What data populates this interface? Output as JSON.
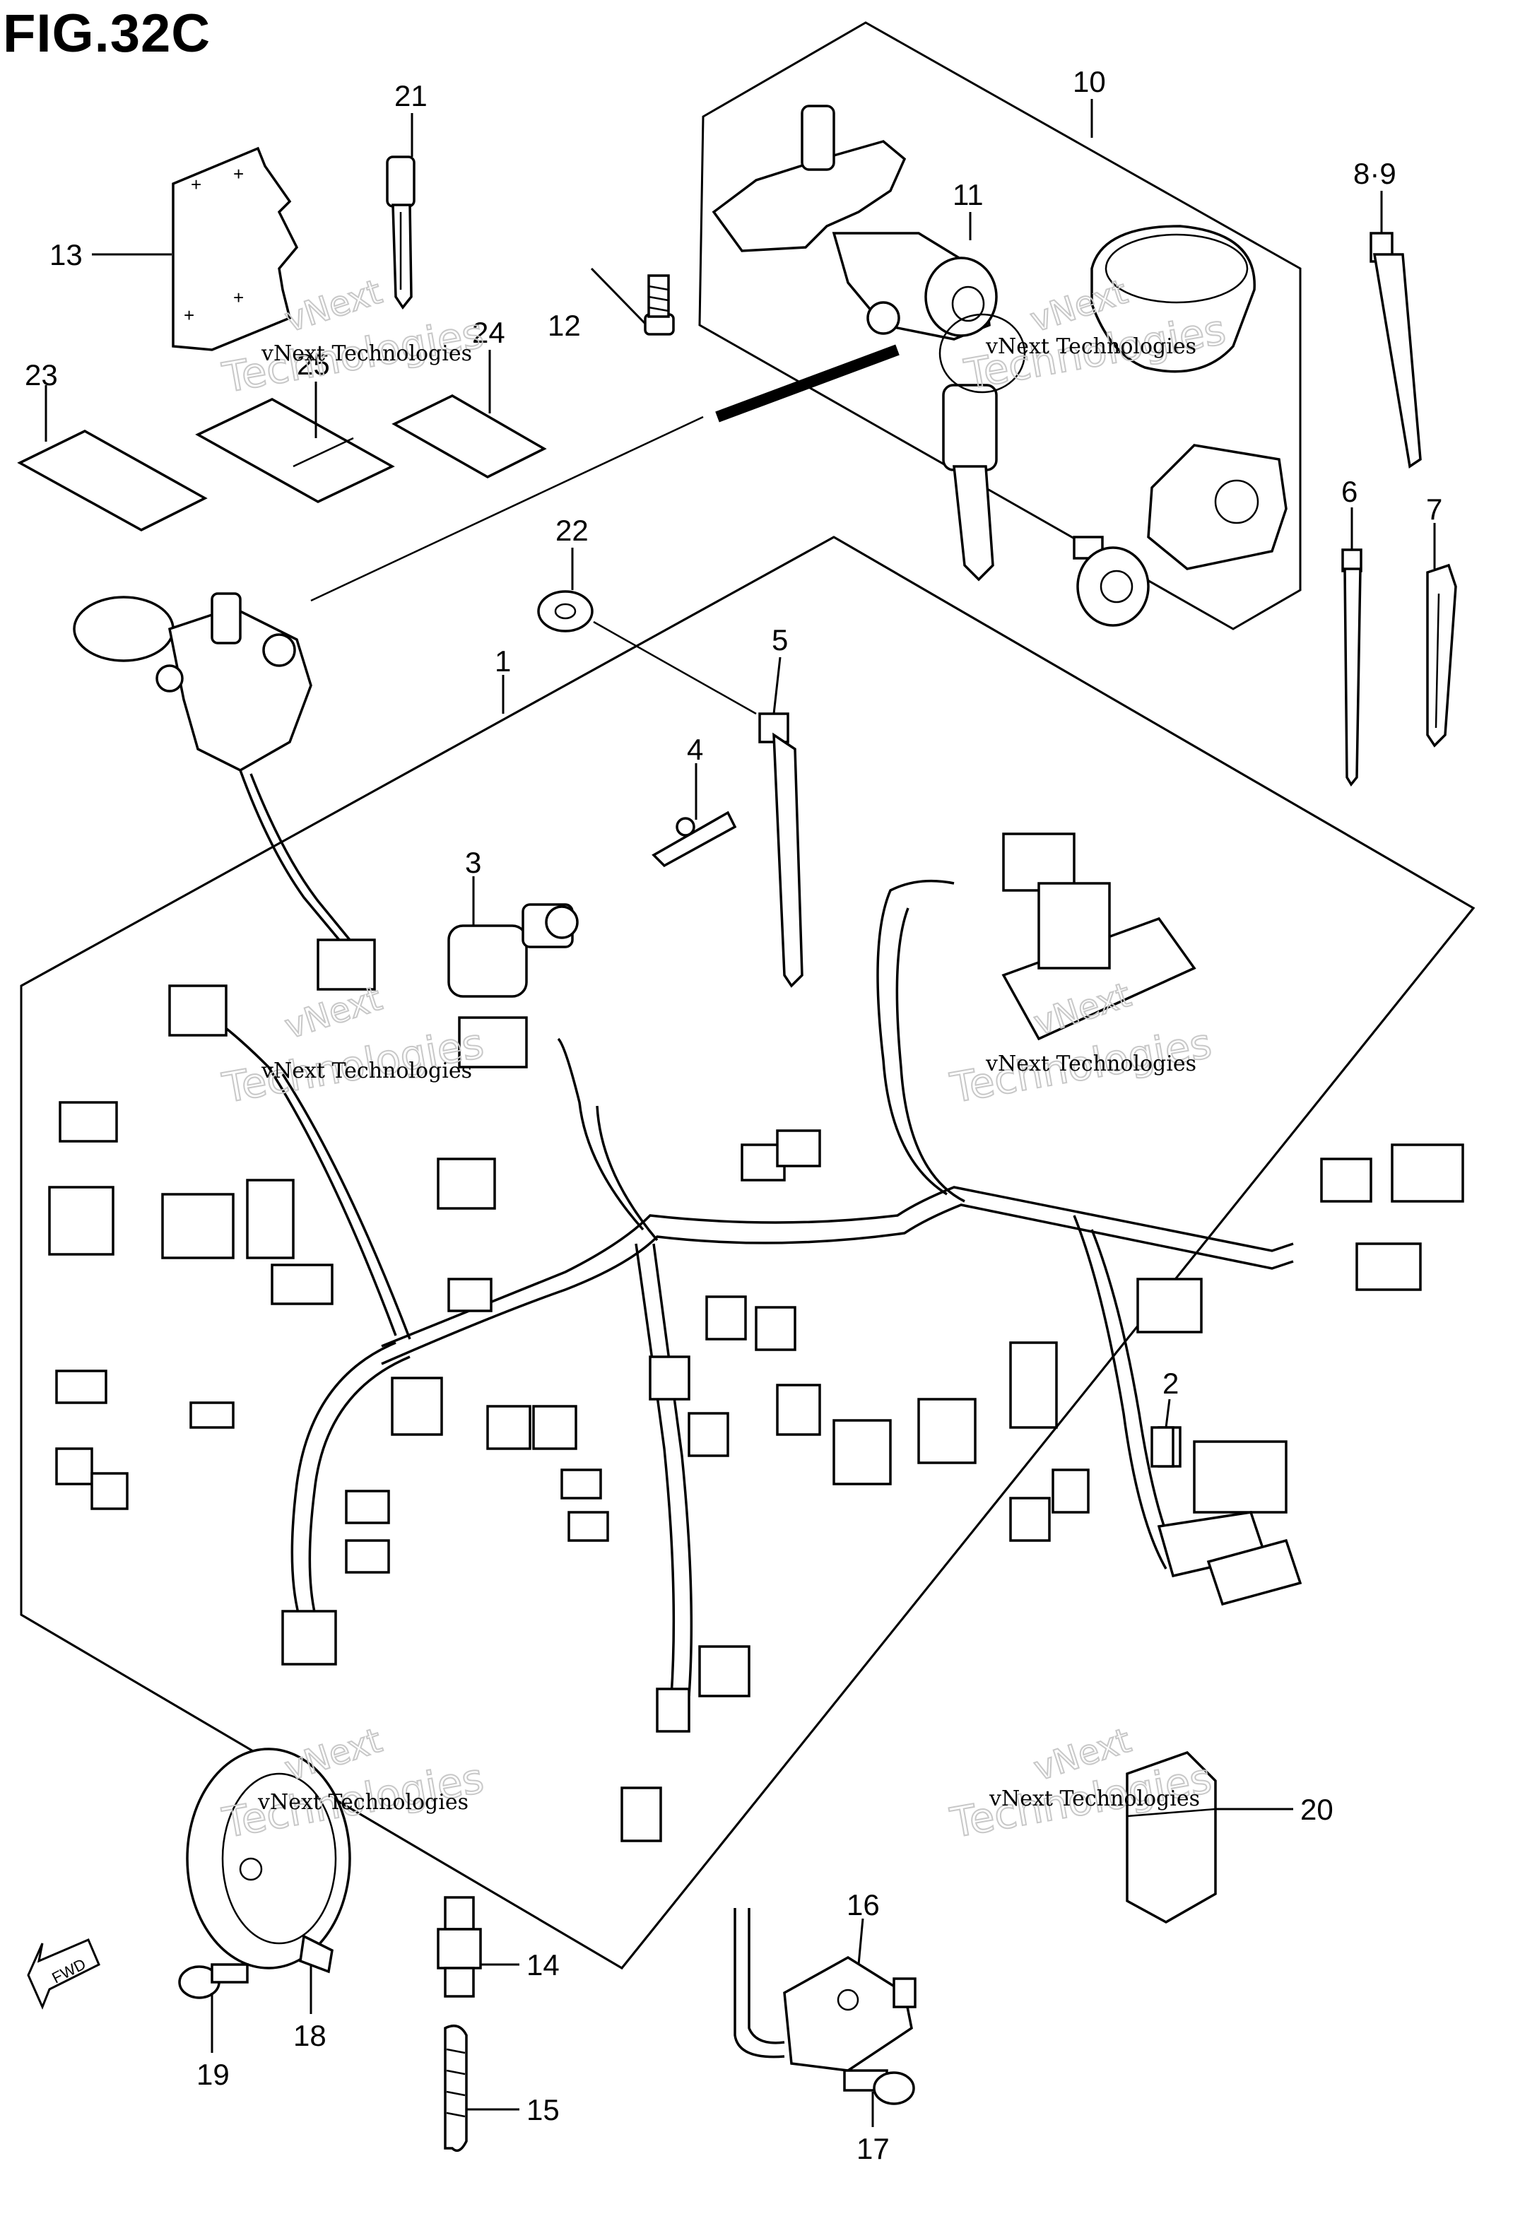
{
  "figure": {
    "title": "FIG.32C"
  },
  "watermark": {
    "line1": "vNext Technologies",
    "outline_top": "vNext",
    "outline_bottom": "Technologies"
  },
  "callouts": {
    "c1": "1",
    "c2": "2",
    "c3": "3",
    "c4": "4",
    "c5": "5",
    "c6": "6",
    "c7": "7",
    "c89": "8·9",
    "c10": "10",
    "c11": "11",
    "c12": "12",
    "c13": "13",
    "c14": "14",
    "c15": "15",
    "c16": "16",
    "c17": "17",
    "c18": "18",
    "c19": "19",
    "c20": "20",
    "c21": "21",
    "c22": "22",
    "c23": "23",
    "c24": "24",
    "c25": "25"
  },
  "fwd_arrow": {
    "label": "FWD"
  },
  "colors": {
    "line": "#000000",
    "watermark": "#c8c8c8",
    "background": "#ffffff"
  }
}
